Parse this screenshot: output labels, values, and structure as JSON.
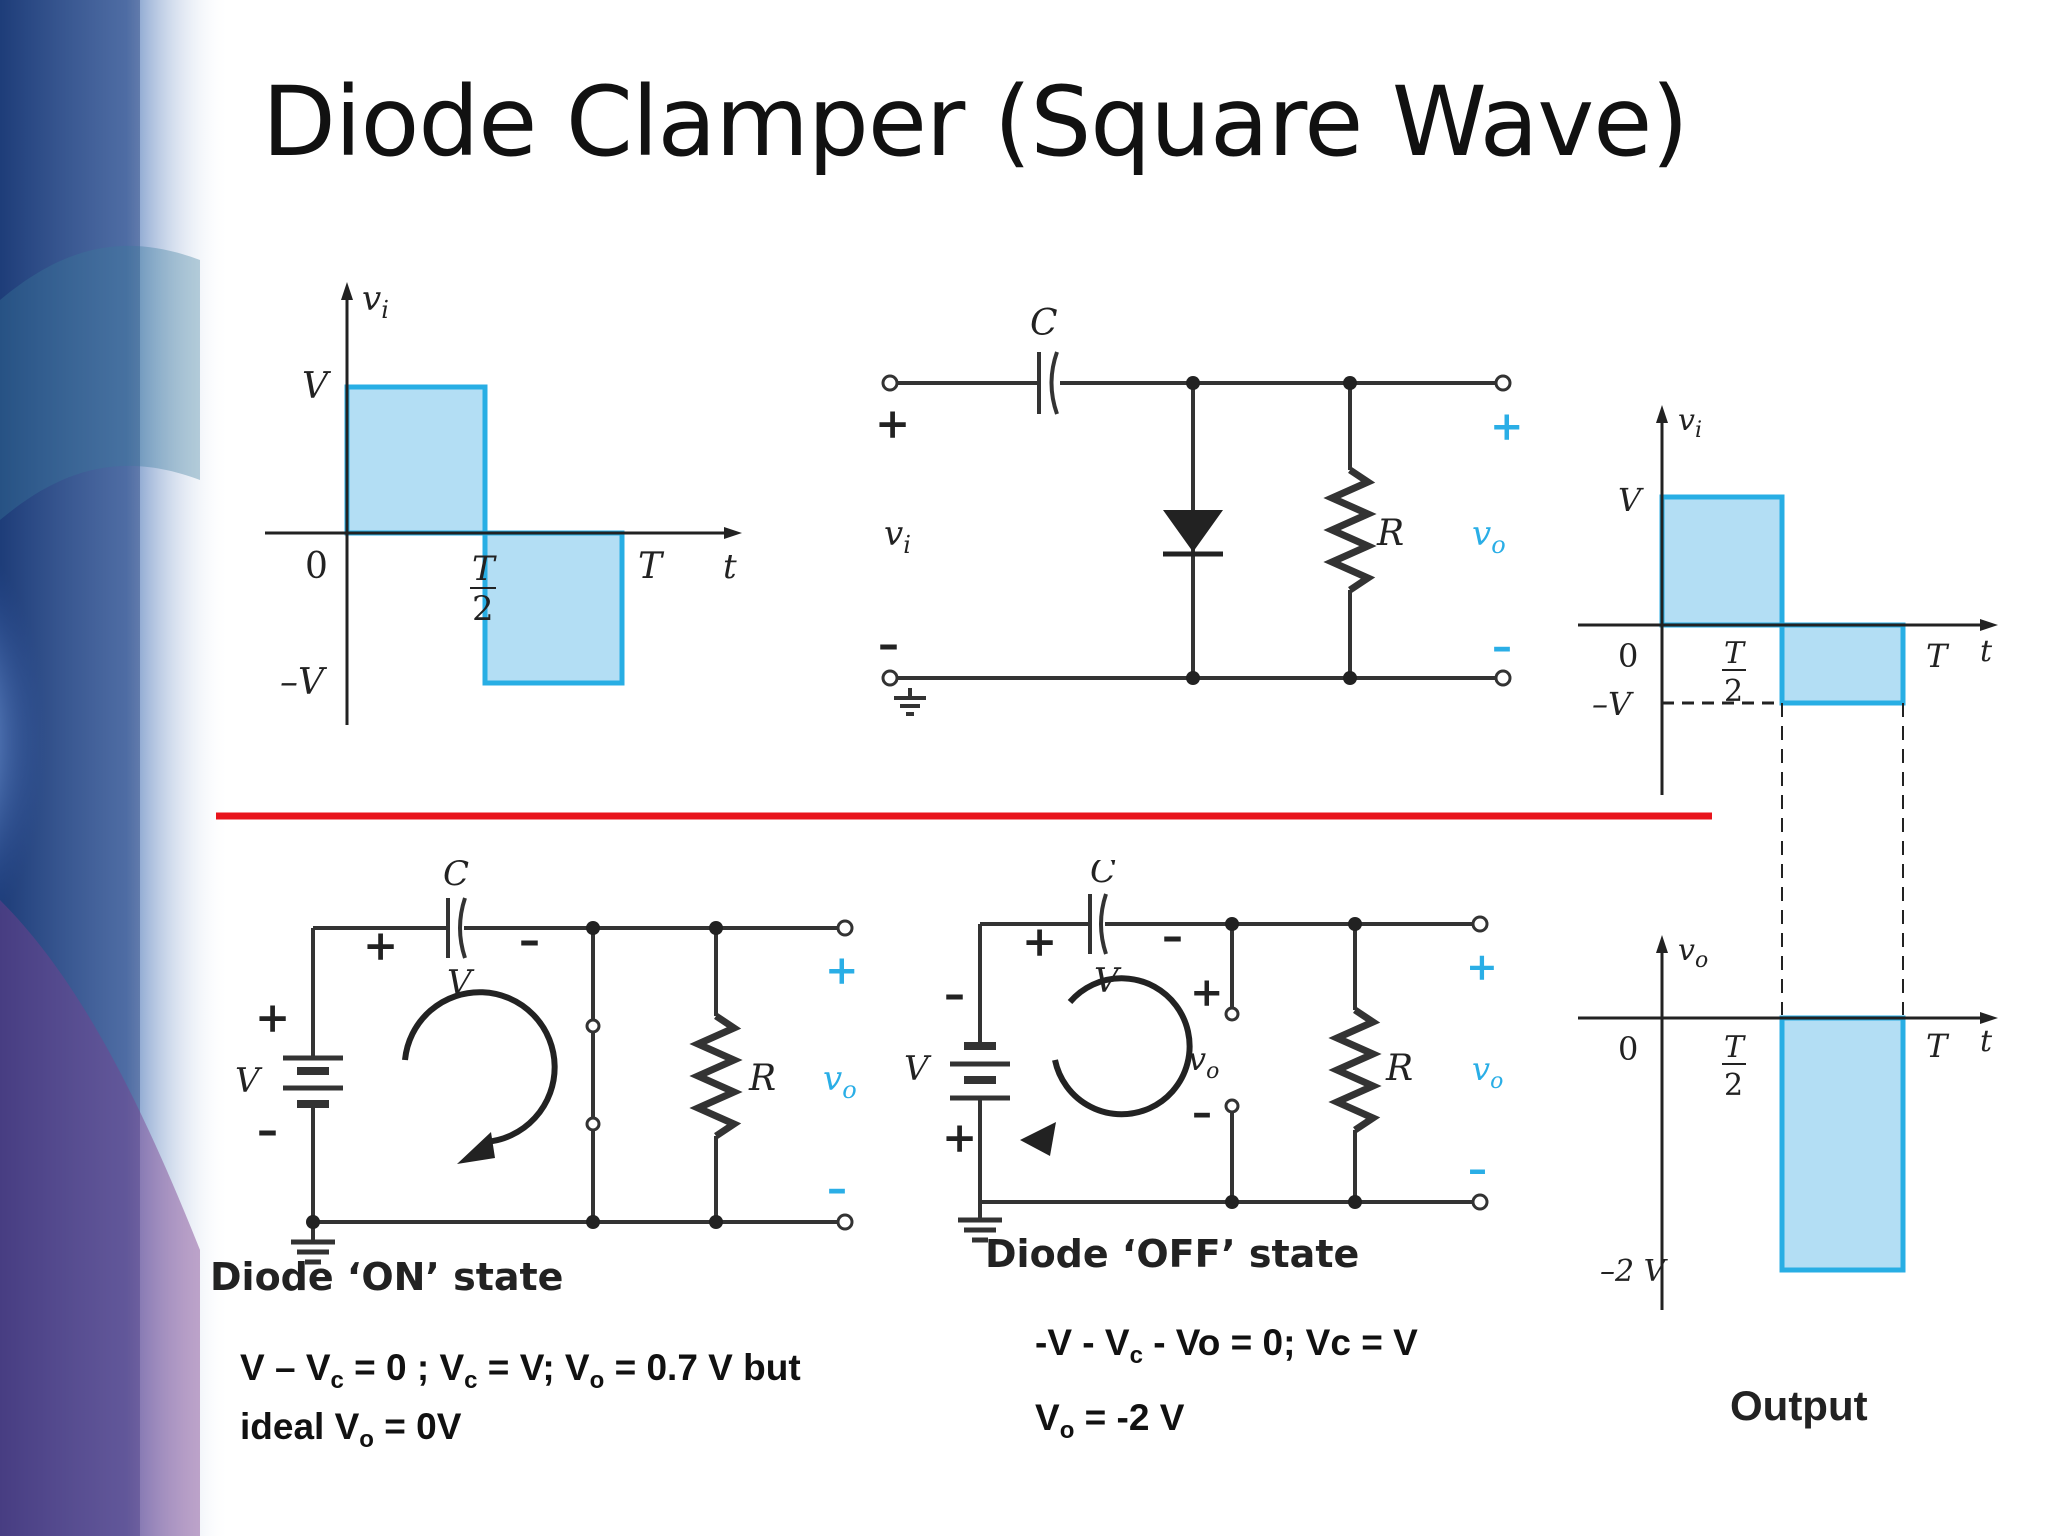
{
  "title": "Diode Clamper (Square Wave)",
  "input_waveform": {
    "y_axis_label": "v",
    "y_axis_sub": "i",
    "x_axis_label": "t",
    "level_pos": "V",
    "level_neg": "–V",
    "origin": "0",
    "half_period_num": "T",
    "half_period_den": "2",
    "period": "T"
  },
  "clamper_circuit": {
    "capacitor": "C",
    "resistor": "R",
    "input_label": "v",
    "input_sub": "i",
    "output_label": "v",
    "output_sub": "o",
    "plus": "+",
    "minus": "–"
  },
  "on_state": {
    "caption": "Diode ‘ON’ state",
    "capacitor": "C",
    "cap_voltage": "V",
    "source": "V",
    "resistor": "R",
    "output_label": "v",
    "output_sub": "o",
    "plus": "+",
    "minus": "–",
    "eq_line1": {
      "a": "V – V",
      "a_sub": "c",
      "b": " = 0 ; V",
      "b_sub": "c",
      "c": " = V; V",
      "c_sub": "o",
      "d": " = 0.7 V but"
    },
    "eq_line2": {
      "a": "ideal V",
      "a_sub": "o",
      "b": " = 0V"
    }
  },
  "off_state": {
    "caption": "Diode ‘OFF’ state",
    "capacitor": "C",
    "cap_voltage": "V",
    "source": "V",
    "resistor": "R",
    "diode_voltage": "v",
    "diode_voltage_sub": "o",
    "output_label": "v",
    "output_sub": "o",
    "plus": "+",
    "minus": "–",
    "eq_line1": {
      "a": "-V - V",
      "a_sub": "c",
      "b": " - Vo = 0; Vc = V"
    },
    "eq_line2": {
      "a": "V",
      "a_sub": "o",
      "b": " = -2 V"
    }
  },
  "output_waveforms": {
    "caption": "Output",
    "top": {
      "y_axis_label": "v",
      "y_axis_sub": "i",
      "x_axis_label": "t",
      "level_pos": "V",
      "level_neg": "–V",
      "origin": "0",
      "half_period_num": "T",
      "half_period_den": "2",
      "period": "T"
    },
    "bottom": {
      "y_axis_label": "v",
      "y_axis_sub": "o",
      "x_axis_label": "t",
      "level_neg": "–2 V",
      "origin": "0",
      "half_period_num": "T",
      "half_period_den": "2",
      "period": "T"
    }
  },
  "colors": {
    "waveform_stroke": "#28aee4",
    "waveform_fill": "#b3def4",
    "divider": "#e8141c",
    "output_label": "#2aaee6"
  }
}
